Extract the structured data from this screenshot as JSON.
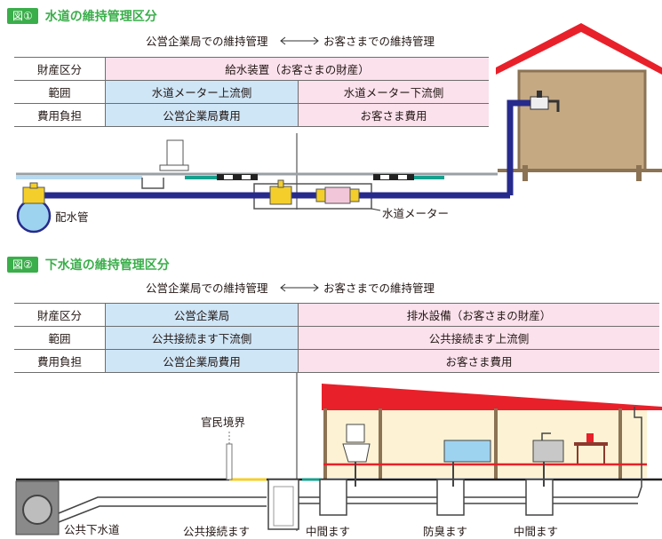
{
  "fig1": {
    "badge": "図①",
    "title": "水道の維持管理区分",
    "left_caption": "公営企業局での維持管理",
    "right_caption": "お客さまでの維持管理",
    "rows": [
      {
        "head": "財産区分",
        "left": "給水装置（お客さまの財産）",
        "right": ""
      },
      {
        "head": "範囲",
        "left": "水道メーター上流側",
        "right": "水道メーター下流側"
      },
      {
        "head": "費用負担",
        "left": "公営企業局費用",
        "right": "お客さま費用"
      }
    ],
    "labels": {
      "main": "配水管",
      "meter": "水道メーター"
    }
  },
  "fig2": {
    "badge": "図②",
    "title": "下水道の維持管理区分",
    "left_caption": "公営企業局での維持管理",
    "right_caption": "お客さまでの維持管理",
    "rows": [
      {
        "head": "財産区分",
        "left": "公営企業局",
        "right": "排水設備（お客さまの財産）"
      },
      {
        "head": "範囲",
        "left": "公共接続ます下流側",
        "right": "公共接続ます上流側"
      },
      {
        "head": "費用負担",
        "left": "公営企業局費用",
        "right": "お客さま費用"
      }
    ],
    "labels": {
      "boundary": "官民境界",
      "sewer": "公共下水道",
      "public_box": "公共接続ます",
      "mid1": "中間ます",
      "odor": "防臭ます",
      "mid2": "中間ます"
    }
  },
  "colors": {
    "green": "#3aae4a",
    "blue_cell": "#cfe6f7",
    "pink_cell": "#fbe1ec",
    "pipe": "#262a8c",
    "roof": "#e8202a",
    "brass": "#f4cf2b",
    "house": "#c5a983"
  }
}
